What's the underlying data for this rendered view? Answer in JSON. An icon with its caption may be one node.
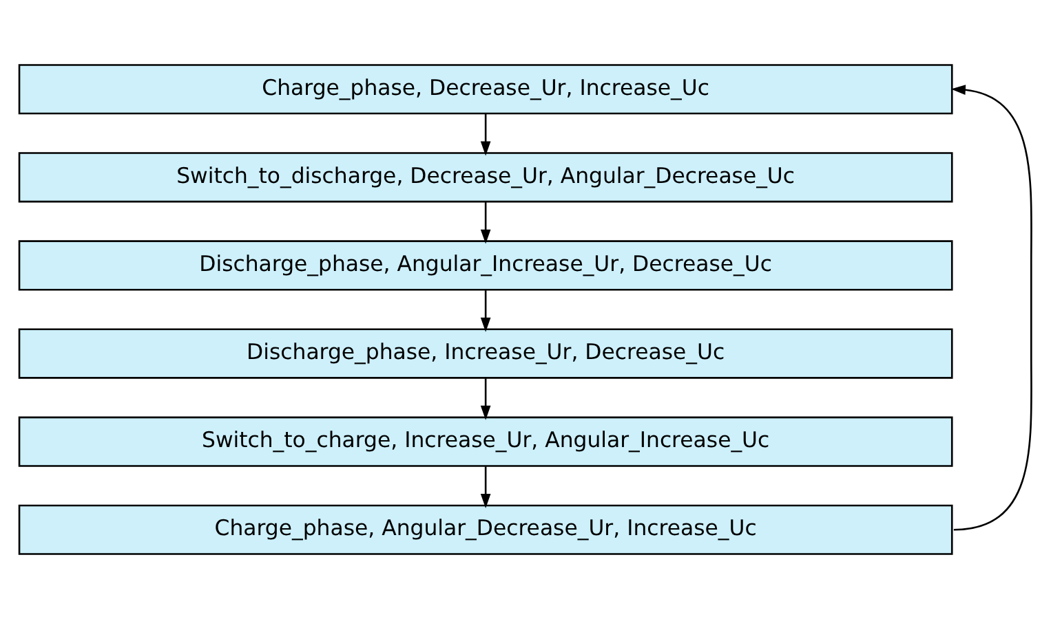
{
  "diagram": {
    "nodes": [
      {
        "text": [
          "Charge_phase, Decrease_Ur, Increase_Uc"
        ]
      },
      {
        "text": [
          "Switch_to_discharge, Decrease_Ur, Angular_Decrease_Uc"
        ]
      },
      {
        "text": [
          "Discharge_phase, Angular_Increase_Ur, Decrease_Uc"
        ]
      },
      {
        "text": [
          "Discharge_phase, Increase_Ur, Decrease_Uc"
        ]
      },
      {
        "text": [
          "Switch_to_charge, Increase_Ur, Angular_Increase_Uc"
        ]
      },
      {
        "text": [
          "Charge_phase, Angular_Decrease_Ur, Increase_Uc"
        ]
      }
    ],
    "edges": [
      {
        "from": 0,
        "to": 1,
        "arrow": "to"
      },
      {
        "from": 1,
        "to": 2,
        "arrow": "to"
      },
      {
        "from": 2,
        "to": 3,
        "arrow": "to"
      },
      {
        "from": 3,
        "to": 4,
        "arrow": "to"
      },
      {
        "from": 4,
        "to": 5,
        "arrow": "to"
      },
      {
        "from": 5,
        "to": 0,
        "arrow": "to"
      }
    ]
  }
}
